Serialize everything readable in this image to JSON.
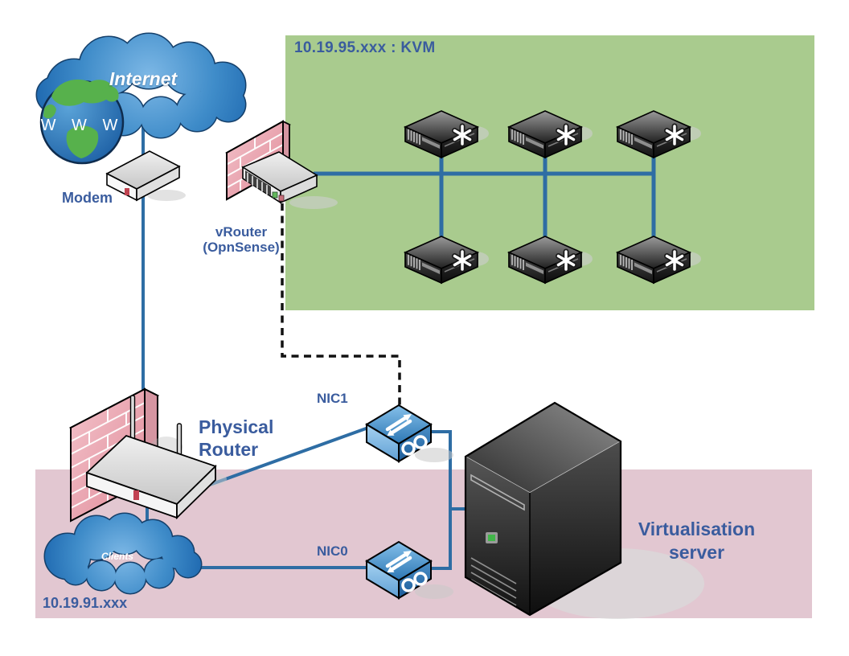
{
  "zones": {
    "kvm": {
      "label": "10.19.95.xxx : KVM",
      "fill": "#a9cb8e"
    },
    "clients": {
      "label": "10.19.91.xxx",
      "fill": "#e2c7d1"
    }
  },
  "nodes": {
    "internet": {
      "label": "Internet"
    },
    "globe": {
      "text": "W W W"
    },
    "modem": {
      "label": "Modem"
    },
    "vrouter": {
      "line1": "vRouter",
      "line2": "(OpnSense)"
    },
    "physical_router": {
      "line1": "Physical",
      "line2": "Router"
    },
    "nic1": {
      "label": "NIC1"
    },
    "nic0": {
      "label": "NIC0"
    },
    "clients_cloud": {
      "label": "Clients"
    },
    "virtualisation_server": {
      "line1": "Virtualisation",
      "line2": "server"
    }
  },
  "kvm_servers": {
    "count": 6,
    "icon": "rack-server-snowflake"
  },
  "colors": {
    "label_text": "#3a5c9e",
    "connection_line": "#2e6da4",
    "dashed_line": "#111111",
    "kvm_zone_bg": "#a9cb8e",
    "clients_zone_bg": "#e2c7d1",
    "canvas_bg": "#ffffff",
    "cloud_blue": "#2e78bc",
    "firewall_pink": "#eea9b4",
    "nic_blue": "#3c86c2"
  }
}
